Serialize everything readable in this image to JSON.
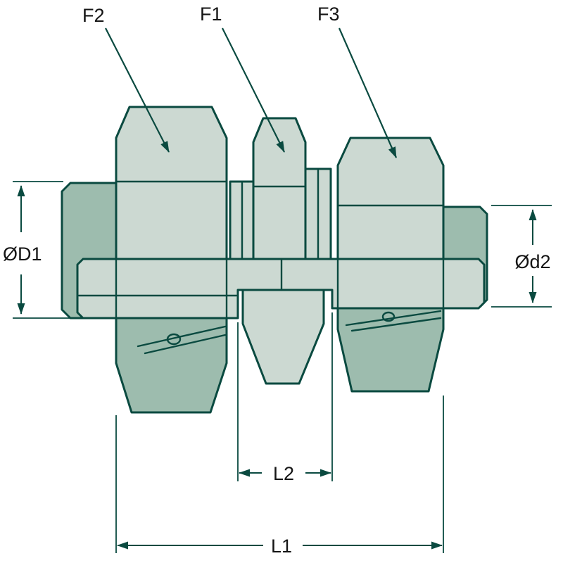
{
  "diagram": {
    "kind": "technical-drawing",
    "labels": {
      "f1": "F1",
      "f2": "F2",
      "f3": "F3",
      "d1": "ØD1",
      "d2": "Ød2",
      "l1": "L1",
      "l2": "L2"
    },
    "colors": {
      "outline": "#0a4a40",
      "fill_light": "#ccd9d2",
      "fill_dark": "#9dbcae",
      "text": "#151515",
      "background": "#ffffff"
    }
  }
}
